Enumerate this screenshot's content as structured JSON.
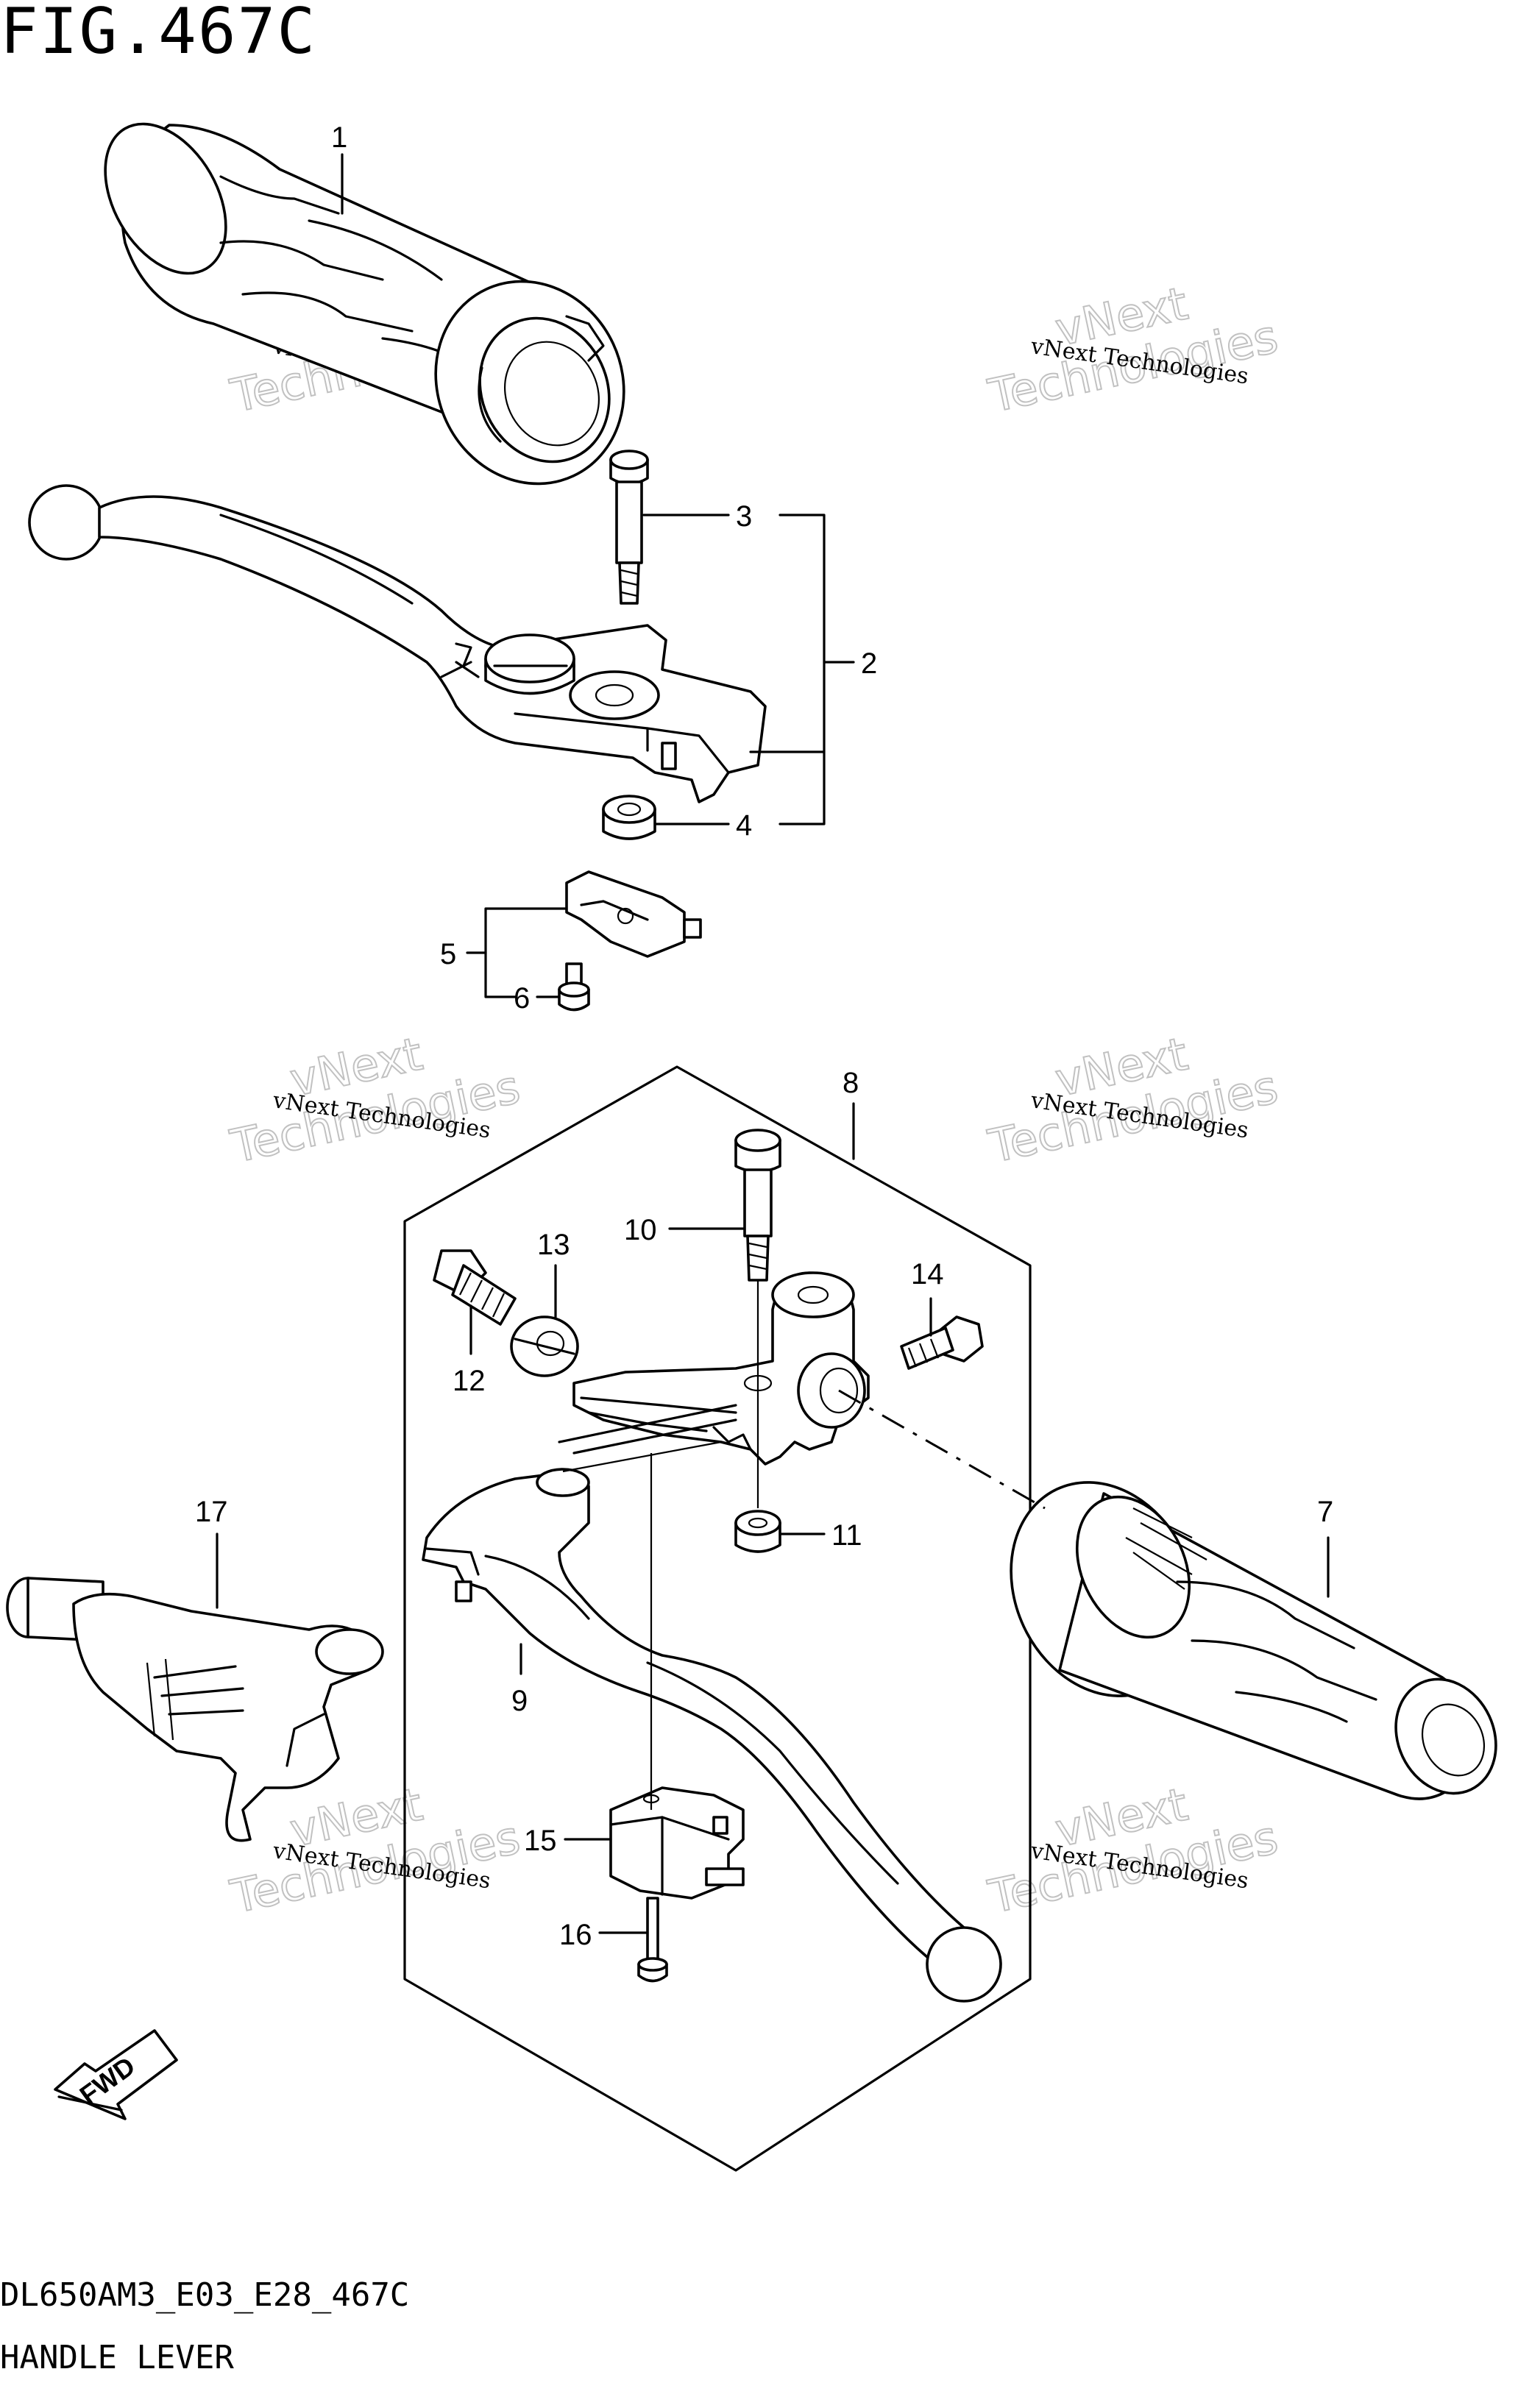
{
  "figure": {
    "title": "FIG.467C",
    "code": "DL650AM3_E03_E28_467C",
    "name": "HANDLE LEVER"
  },
  "watermark": {
    "line1": "vNext",
    "line2": "Technologies",
    "full": "vNext Technologies"
  },
  "fwd_label": "FWD",
  "callouts": [
    {
      "id": "1",
      "label": "1"
    },
    {
      "id": "2",
      "label": "2"
    },
    {
      "id": "3",
      "label": "3"
    },
    {
      "id": "4",
      "label": "4"
    },
    {
      "id": "5",
      "label": "5"
    },
    {
      "id": "6",
      "label": "6"
    },
    {
      "id": "7",
      "label": "7"
    },
    {
      "id": "8",
      "label": "8"
    },
    {
      "id": "9",
      "label": "9"
    },
    {
      "id": "10",
      "label": "10"
    },
    {
      "id": "11",
      "label": "11"
    },
    {
      "id": "12",
      "label": "12"
    },
    {
      "id": "13",
      "label": "13"
    },
    {
      "id": "14",
      "label": "14"
    },
    {
      "id": "15",
      "label": "15"
    },
    {
      "id": "16",
      "label": "16"
    },
    {
      "id": "17",
      "label": "17"
    }
  ]
}
